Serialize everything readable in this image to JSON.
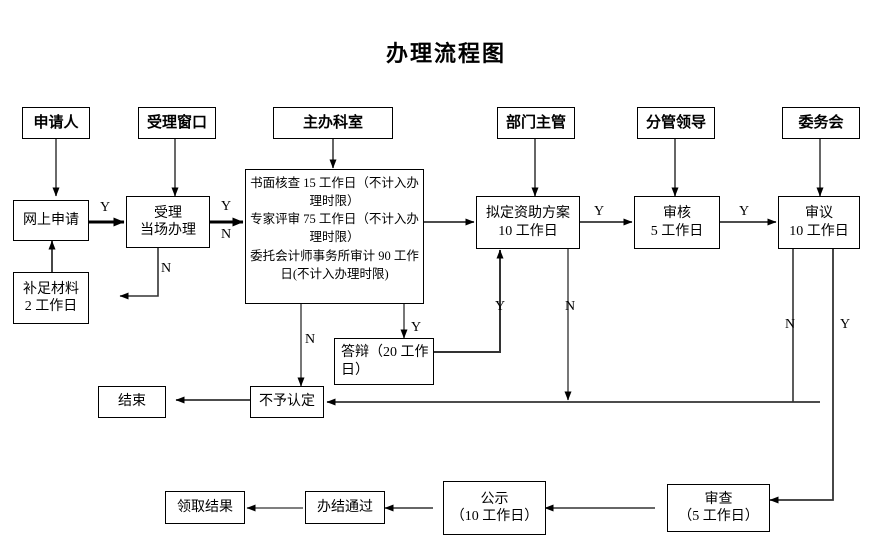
{
  "title": "办理流程图",
  "nodes": {
    "applicant": {
      "label": "申请人"
    },
    "acceptance_window": {
      "label": "受理窗口"
    },
    "host_department": {
      "label": "主办科室"
    },
    "dept_manager": {
      "label": "部门主管"
    },
    "division_leader": {
      "label": "分管领导"
    },
    "committee": {
      "label": "委务会"
    },
    "online_application": {
      "label": "网上申请"
    },
    "accept_onsite": {
      "line1": "受理",
      "line2": "当场办理"
    },
    "supplement_materials": {
      "line1": "补足材料",
      "line2": "2 工作日"
    },
    "review_detail": {
      "line1": "书面核查 15 工作日（不计入办理时限）",
      "line2": "专家评审 75 工作日（不计入办理时限）",
      "line3": "委托会计师事务所审计 90 工作日(不计入办理时限)"
    },
    "draft_plan": {
      "line1": "拟定资助方案",
      "line2": "10 工作日"
    },
    "examine": {
      "line1": "审核",
      "line2": "5 工作日"
    },
    "deliberate": {
      "line1": "审议",
      "line2": "10 工作日"
    },
    "defense": {
      "line1": "答辩（20 工作",
      "line2": "日）"
    },
    "not_recognized": {
      "label": "不予认定"
    },
    "end": {
      "label": "结束"
    },
    "inspection": {
      "line1": "审查",
      "line2": "（5 工作日）"
    },
    "publicity": {
      "line1": "公示",
      "line2": "（10 工作日）"
    },
    "completed": {
      "label": "办结通过"
    },
    "get_result": {
      "label": "领取结果"
    }
  },
  "edge_labels": {
    "online_to_accept_y": "Y",
    "accept_to_review_y": "Y",
    "accept_to_review_n": "N",
    "accept_down_n": "N",
    "review_down_n": "N",
    "review_to_defense_y": "Y",
    "defense_up_y": "Y",
    "draft_down_n": "N",
    "examine_to_deliberate_y": "Y",
    "draft_to_examine_y": "Y",
    "deliberate_down_n": "N",
    "deliberate_down_y": "Y"
  },
  "colors": {
    "stroke": "#000000",
    "box_border": "#000000",
    "background": "#ffffff",
    "text": "#000000"
  }
}
